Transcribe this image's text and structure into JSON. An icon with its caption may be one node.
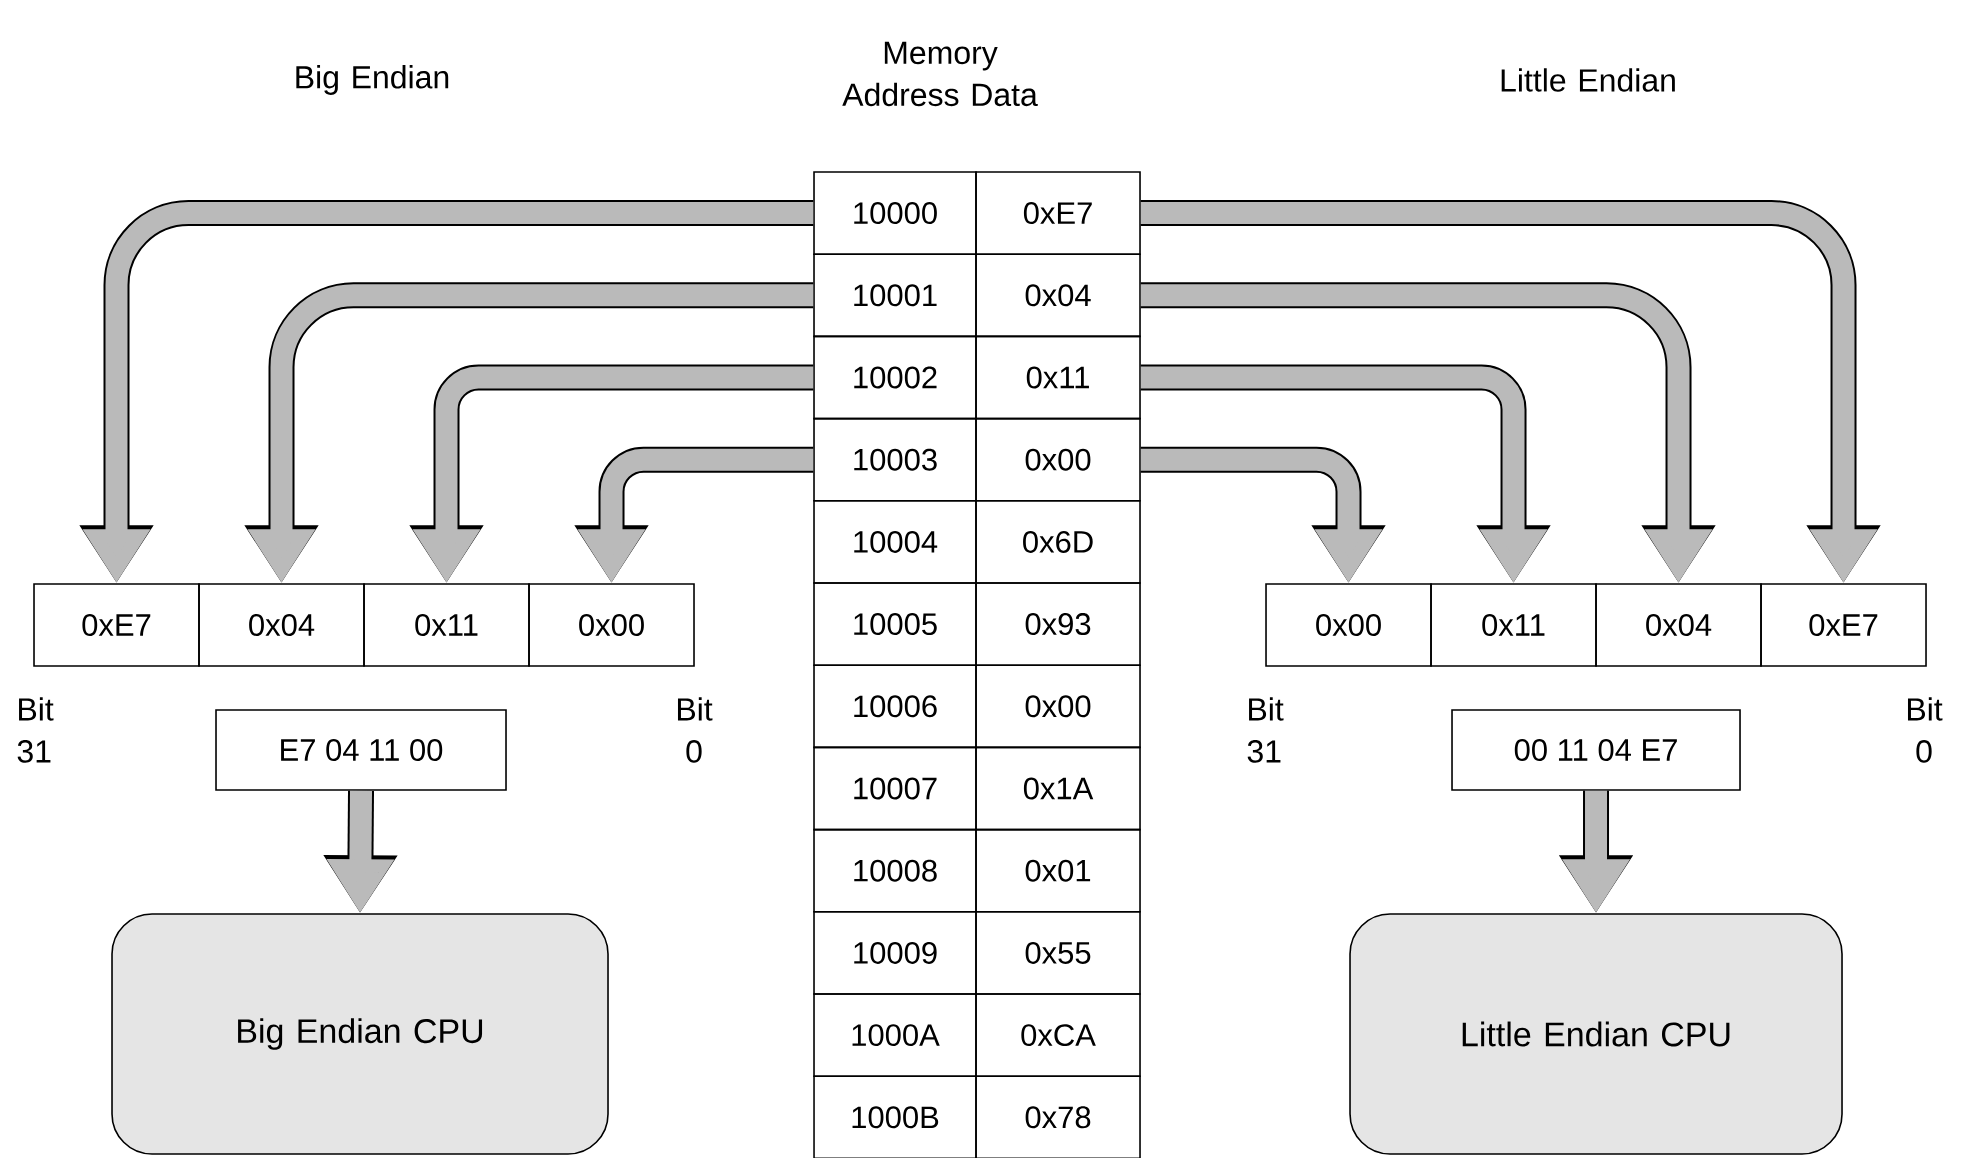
{
  "diagram": {
    "nodes": [
      {
        "text": [
          "10000"
        ]
      },
      {
        "text": [
          "0xE7"
        ]
      },
      {
        "text": [
          "10001"
        ]
      },
      {
        "text": [
          "0x04"
        ]
      },
      {
        "text": [
          "10002"
        ]
      },
      {
        "text": [
          "0x11"
        ]
      },
      {
        "text": [
          "10003"
        ]
      },
      {
        "text": [
          "0x00"
        ]
      },
      {
        "text": [
          "10004"
        ]
      },
      {
        "text": [
          "0x6D"
        ]
      },
      {
        "text": [
          "10005"
        ]
      },
      {
        "text": [
          "0x93"
        ]
      },
      {
        "text": [
          "10006"
        ]
      },
      {
        "text": [
          "0x00"
        ]
      },
      {
        "text": [
          "10007"
        ]
      },
      {
        "text": [
          "0x1A"
        ]
      },
      {
        "text": [
          "10008"
        ]
      },
      {
        "text": [
          "0x01"
        ]
      },
      {
        "text": [
          "10009"
        ]
      },
      {
        "text": [
          "0x55"
        ]
      },
      {
        "text": [
          "1000A"
        ]
      },
      {
        "text": [
          "0xCA"
        ]
      },
      {
        "text": [
          "1000B"
        ]
      },
      {
        "text": [
          "0x78"
        ]
      },
      {
        "text": [
          "0xE7"
        ]
      },
      {
        "text": [
          "0x04"
        ]
      },
      {
        "text": [
          "0x11"
        ]
      },
      {
        "text": [
          "0x00"
        ]
      },
      {
        "text": [
          "0x00"
        ]
      },
      {
        "text": [
          "0x11"
        ]
      },
      {
        "text": [
          "0x04"
        ]
      },
      {
        "text": [
          "0xE7"
        ]
      },
      {
        "text": [
          "E7 04 11 00"
        ]
      },
      {
        "text": [
          "00 11 04 E7"
        ]
      },
      {
        "text": [
          "Big Endian CPU"
        ]
      },
      {
        "text": [
          "Little Endian CPU"
        ]
      }
    ],
    "edges": [
      {
        "from": 0,
        "to": 24,
        "arrow": "to"
      },
      {
        "from": 2,
        "to": 25,
        "arrow": "to"
      },
      {
        "from": 4,
        "to": 26,
        "arrow": "to"
      },
      {
        "from": 6,
        "to": 27,
        "arrow": "to"
      },
      {
        "from": 7,
        "to": 28,
        "arrow": "to"
      },
      {
        "from": 5,
        "to": 29,
        "arrow": "to"
      },
      {
        "from": 3,
        "to": 30,
        "arrow": "to"
      },
      {
        "from": 1,
        "to": 31,
        "arrow": "to"
      },
      {
        "from": 32,
        "to": 34,
        "arrow": "to"
      },
      {
        "from": 33,
        "to": 35,
        "arrow": "to"
      }
    ],
    "labels": [
      "Big Endian",
      "Memory Address Data",
      "Little Endian",
      "Bit 31",
      "Bit 0",
      "Bit 31",
      "Bit 0"
    ]
  }
}
